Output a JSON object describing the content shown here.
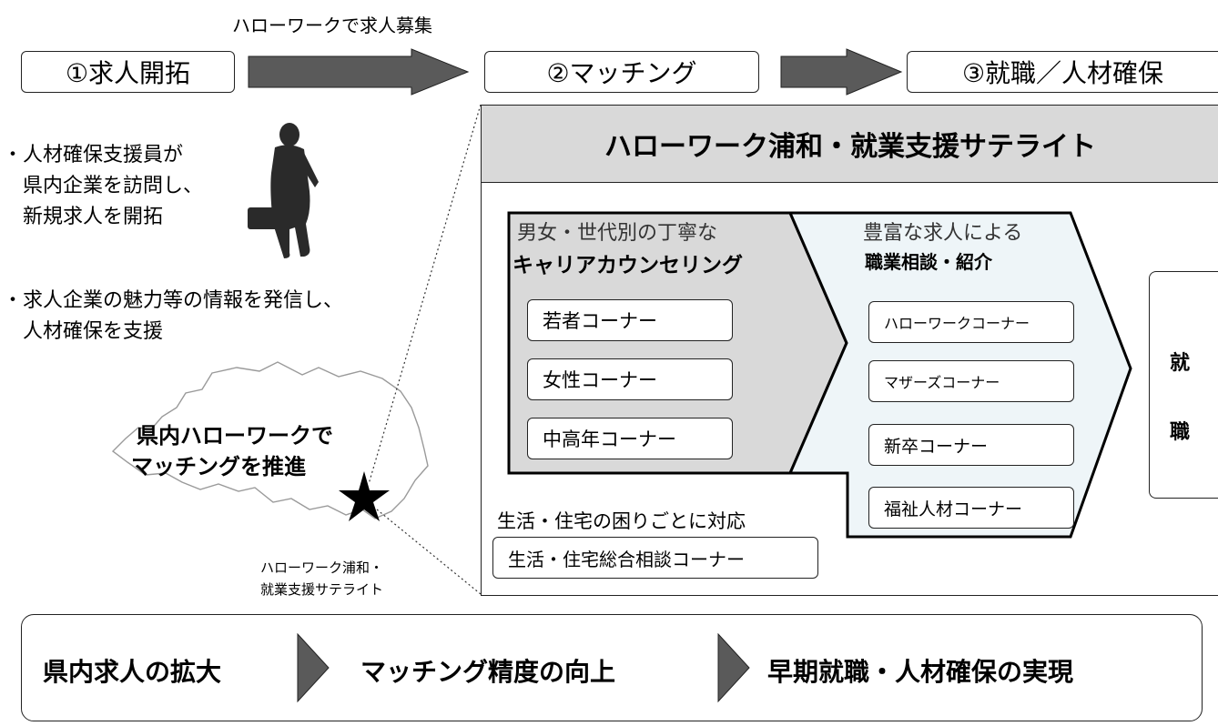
{
  "flow": {
    "label_recruit": "ハローワークで求人募集",
    "step1": "①求人開拓",
    "step2": "②マッチング",
    "step3": "③就職／人材確保"
  },
  "left": {
    "bullet1_line1": "・人材確保支援員が",
    "bullet1_line2": "県内企業を訪問し、",
    "bullet1_line3": "新規求人を開拓",
    "bullet2_line1": "・求人企業の魅力等の情報を発信し、",
    "bullet2_line2": "人材確保を支援",
    "map_text_line1": "県内ハローワークで",
    "map_text_line2": "マッチングを推進",
    "location_line1": "ハローワーク浦和・",
    "location_line2": "就業支援サテライト"
  },
  "satellite": {
    "title": "ハローワーク浦和・就業支援サテライト",
    "career_intro": "男女・世代別の丁寧な",
    "career_title": "キャリアカウンセリング",
    "career_corners": [
      "若者コーナー",
      "女性コーナー",
      "中高年コーナー"
    ],
    "job_intro": "豊富な求人による",
    "job_title": "職業相談・紹介",
    "job_corners": [
      "ハローワークコーナー",
      "マザーズコーナー",
      "新卒コーナー",
      "福祉人材コーナー"
    ],
    "life_intro_a": "生活・住宅の困りごと",
    "life_intro_b": "に対応",
    "life_corner": "生活・住宅総合相談コーナー",
    "employment_char1": "就",
    "employment_char2": "職"
  },
  "outcome": {
    "item1": "県内求人の拡大",
    "item2": "マッチング精度の向上",
    "item3": "早期就職・人材確保の実現"
  },
  "colors": {
    "arrow": "#5a5a5a",
    "header_bg": "#d9d9d9",
    "career_bg": "#d9d9d9",
    "job_bg": "#eef5f8"
  }
}
